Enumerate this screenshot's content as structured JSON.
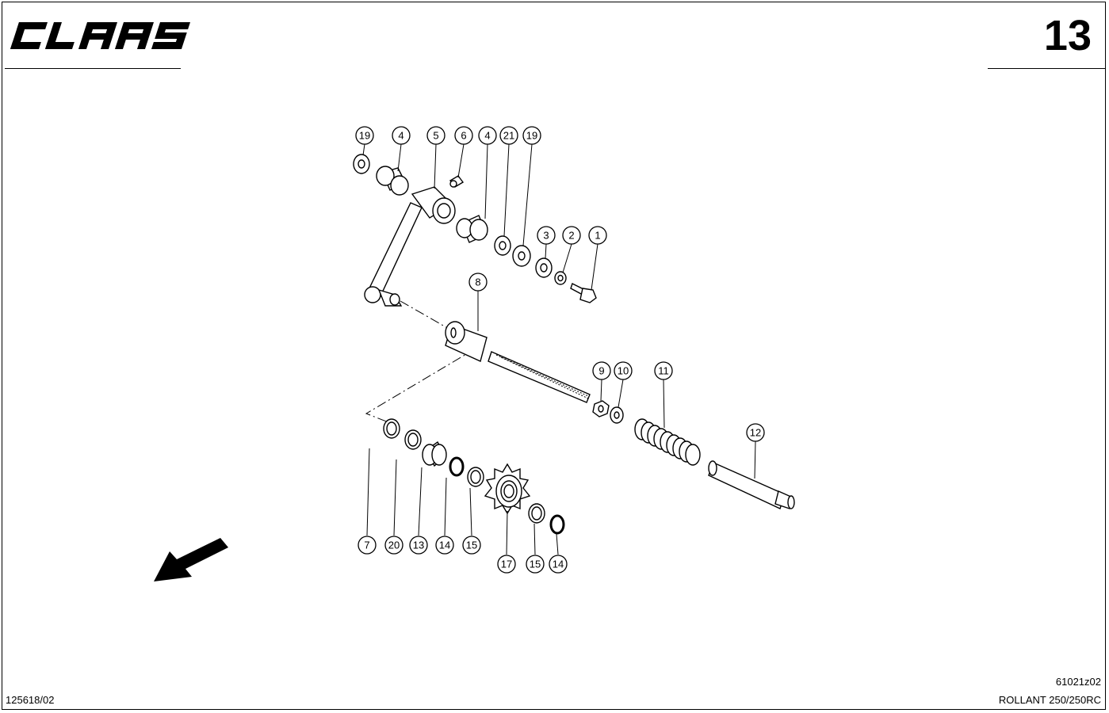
{
  "header": {
    "brand": "CLAAS",
    "page_number": "13"
  },
  "footer": {
    "doc_id": "125618/02",
    "drawing_id": "61021z02",
    "model": "ROLLANT 250/250RC"
  },
  "callouts": [
    {
      "label": "19"
    },
    {
      "label": "4"
    },
    {
      "label": "5"
    },
    {
      "label": "6"
    },
    {
      "label": "4"
    },
    {
      "label": "21"
    },
    {
      "label": "19"
    },
    {
      "label": "3"
    },
    {
      "label": "2"
    },
    {
      "label": "1"
    },
    {
      "label": "8"
    },
    {
      "label": "9"
    },
    {
      "label": "10"
    },
    {
      "label": "11"
    },
    {
      "label": "12"
    },
    {
      "label": "7"
    },
    {
      "label": "20"
    },
    {
      "label": "13"
    },
    {
      "label": "14"
    },
    {
      "label": "15"
    },
    {
      "label": "17"
    },
    {
      "label": "15"
    },
    {
      "label": "14"
    }
  ]
}
